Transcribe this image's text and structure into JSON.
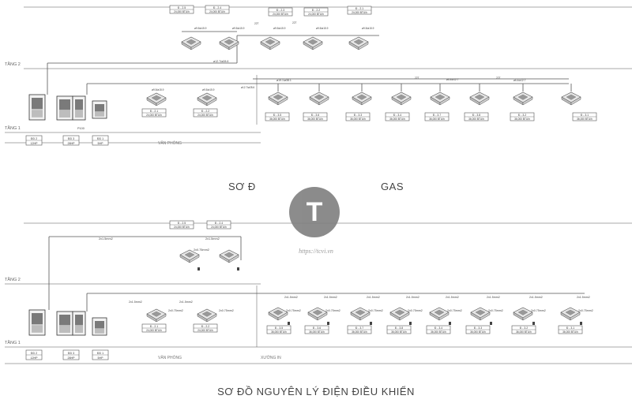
{
  "titles": {
    "gas": "SƠ Đ",
    "gas_tail": "GAS",
    "control": "SƠ ĐỒ NGUYÊN LÝ ĐIỆN ĐIỀU KHIỂN"
  },
  "floors": {
    "floor2": "TẦNG 2",
    "floor1": "TẦNG 1"
  },
  "zones": {
    "office": "VĂN PHÒNG",
    "workshop": "XƯỞNG IN"
  },
  "watermark": {
    "letter": "T",
    "url": "https://tcvi.vn"
  },
  "outdoor_labels": [
    {
      "id": "ĐD 2",
      "hp": "12HP"
    },
    {
      "id": "ĐD 3",
      "hp": "28HP"
    },
    {
      "id": "ĐD 1",
      "hp": "5HP"
    }
  ],
  "gas_diagram": {
    "branch_labels": {
      "pipe_main": "ø12.7/ø28.6",
      "pipe_b": "ø19.1/ø38.1",
      "joint_a": "ø9.5/ø15.9",
      "joint_b": "ø6.4/ø12.7",
      "pipe_22": "22T",
      "pipe_a": "ø12.7/ø28.6",
      "unit": "P100"
    },
    "floor2_units": [
      {
        "id": "Đ - 2.5",
        "cap": "24,000 BTU/h"
      },
      {
        "id": "Đ - 2.4",
        "cap": "24,000 BTU/h"
      },
      {
        "id": "Đ - 2.3",
        "cap": "24,000 BTU/h"
      },
      {
        "id": "Đ - 2.2",
        "cap": "24,000 BTU/h"
      },
      {
        "id": "Đ - 2.1",
        "cap": "24,000 BTU/h"
      }
    ],
    "office_units": [
      {
        "id": "Đ - 2.1",
        "cap": "24,000 BTU/h"
      },
      {
        "id": "Đ - 2.2",
        "cap": "24,000 BTU/h"
      }
    ],
    "workshop_units": [
      {
        "id": "Đ - 3.5",
        "cap": "36,000 BTU/h"
      },
      {
        "id": "Đ - 3.6",
        "cap": "36,000 BTU/h"
      },
      {
        "id": "Đ - 3.3",
        "cap": "36,000 BTU/h"
      },
      {
        "id": "Đ - 3.4",
        "cap": "36,000 BTU/h"
      },
      {
        "id": "Đ - 3.7",
        "cap": "36,000 BTU/h"
      },
      {
        "id": "Đ - 3.8",
        "cap": "36,000 BTU/h"
      },
      {
        "id": "Đ - 3.2",
        "cap": "36,000 BTU/h"
      },
      {
        "id": "Đ - 3.1",
        "cap": "36,000 BTU/h"
      }
    ]
  },
  "control_diagram": {
    "wire_main": "2x1.5mm2",
    "wire_branch": "2x0.75mm2",
    "floor2_units": [
      {
        "id": "Đ - 2.5",
        "cap": "24,000 BTU/h"
      },
      {
        "id": "Đ - 2.4",
        "cap": "24,000 BTU/h"
      }
    ],
    "office_units": [
      {
        "id": "Đ - 2.1",
        "cap": "24,000 BTU/h"
      },
      {
        "id": "Đ - 2.2",
        "cap": "24,000 BTU/h"
      }
    ],
    "workshop_units": [
      {
        "id": "Đ - 3.5",
        "cap": "36,000 BTU/h"
      },
      {
        "id": "Đ - 3.6",
        "cap": "36,000 BTU/h"
      },
      {
        "id": "Đ - 3.7",
        "cap": "36,000 BTU/h"
      },
      {
        "id": "Đ - 3.8",
        "cap": "36,000 BTU/h"
      },
      {
        "id": "Đ - 3.4",
        "cap": "36,000 BTU/h"
      },
      {
        "id": "Đ - 3.3",
        "cap": "36,000 BTU/h"
      },
      {
        "id": "Đ - 3.2",
        "cap": "36,000 BTU/h"
      },
      {
        "id": "Đ - 3.1",
        "cap": "36,000 BTU/h"
      }
    ]
  }
}
